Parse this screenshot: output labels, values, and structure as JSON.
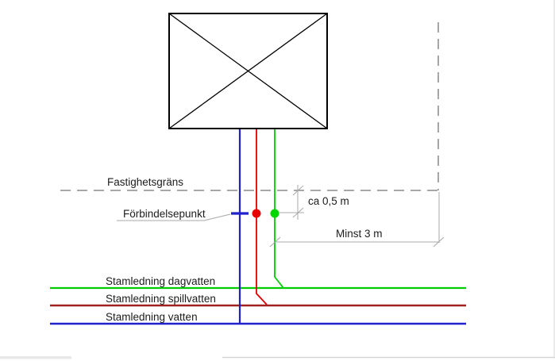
{
  "labels": {
    "property_line": "Fastighetsgräns",
    "connection_point": "Förbindelsepunkt",
    "offset_dimension": "ca 0,5 m",
    "min_distance_dimension": "Minst 3 m",
    "main_stormwater": "Stamledning dagvatten",
    "main_sewer": "Stamledning spillvatten",
    "main_water": "Stamledning vatten"
  },
  "colors": {
    "water_blue": "#2020cc",
    "service_red": "#e00000",
    "main_sewer_red": "#a32020",
    "stormwater_green": "#00cc00",
    "dot_red": "#e60000",
    "dot_green": "#00d500",
    "boundary_gray": "#9c9c9c",
    "dimension_gray": "#a8a8a8",
    "building_black": "#000000"
  }
}
